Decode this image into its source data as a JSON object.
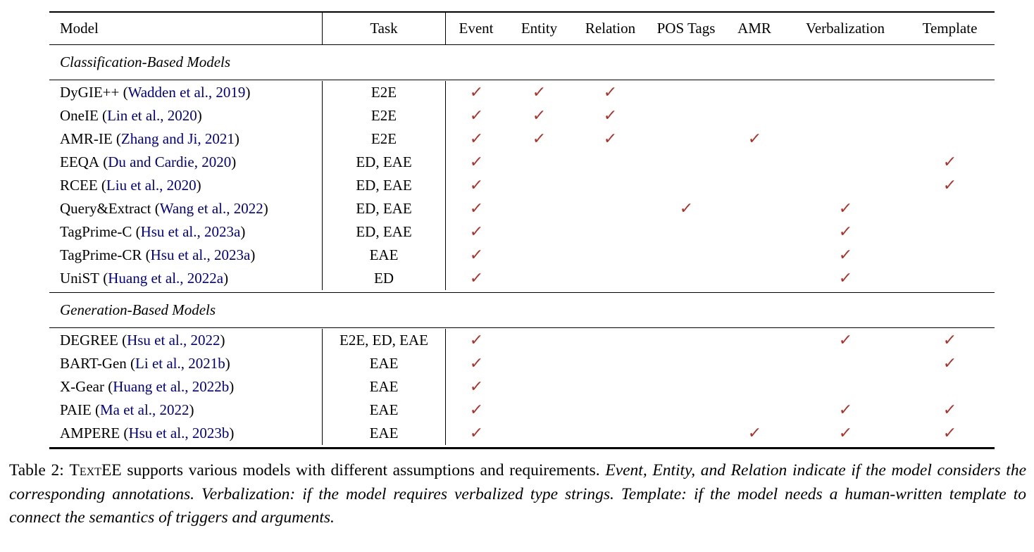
{
  "table": {
    "columns": [
      "Model",
      "Task",
      "Event",
      "Entity",
      "Relation",
      "POS Tags",
      "AMR",
      "Verbalization",
      "Template"
    ],
    "check_mark": "✓",
    "check_color": "#b42b22",
    "citation_color": "#00008b",
    "sections": [
      {
        "label": "Classification-Based Models",
        "rows": [
          {
            "model": "DyGIE++",
            "citation": "Wadden et al., 2019",
            "task": "E2E",
            "checks": [
              1,
              1,
              1,
              0,
              0,
              0,
              0
            ]
          },
          {
            "model": "OneIE",
            "citation": "Lin et al., 2020",
            "task": "E2E",
            "checks": [
              1,
              1,
              1,
              0,
              0,
              0,
              0
            ]
          },
          {
            "model": "AMR-IE",
            "citation": "Zhang and Ji, 2021",
            "task": "E2E",
            "checks": [
              1,
              1,
              1,
              0,
              1,
              0,
              0
            ]
          },
          {
            "model": "EEQA",
            "citation": "Du and Cardie, 2020",
            "task": "ED, EAE",
            "checks": [
              1,
              0,
              0,
              0,
              0,
              0,
              1
            ]
          },
          {
            "model": "RCEE",
            "citation": "Liu et al., 2020",
            "task": "ED, EAE",
            "checks": [
              1,
              0,
              0,
              0,
              0,
              0,
              1
            ]
          },
          {
            "model": "Query&Extract",
            "citation": "Wang et al., 2022",
            "task": "ED, EAE",
            "checks": [
              1,
              0,
              0,
              1,
              0,
              1,
              0
            ]
          },
          {
            "model": "TagPrime-C",
            "citation": "Hsu et al., 2023a",
            "task": "ED, EAE",
            "checks": [
              1,
              0,
              0,
              0,
              0,
              1,
              0
            ]
          },
          {
            "model": "TagPrime-CR",
            "citation": "Hsu et al., 2023a",
            "task": "EAE",
            "checks": [
              1,
              0,
              0,
              0,
              0,
              1,
              0
            ]
          },
          {
            "model": "UniST",
            "citation": "Huang et al., 2022a",
            "task": "ED",
            "checks": [
              1,
              0,
              0,
              0,
              0,
              1,
              0
            ]
          }
        ]
      },
      {
        "label": "Generation-Based Models",
        "rows": [
          {
            "model": "DEGREE",
            "citation": "Hsu et al., 2022",
            "task": "E2E, ED, EAE",
            "checks": [
              1,
              0,
              0,
              0,
              0,
              1,
              1
            ]
          },
          {
            "model": "BART-Gen",
            "citation": "Li et al., 2021b",
            "task": "EAE",
            "checks": [
              1,
              0,
              0,
              0,
              0,
              0,
              1
            ]
          },
          {
            "model": "X-Gear",
            "citation": "Huang et al., 2022b",
            "task": "EAE",
            "checks": [
              1,
              0,
              0,
              0,
              0,
              0,
              0
            ]
          },
          {
            "model": "PAIE",
            "citation": "Ma et al., 2022",
            "task": "EAE",
            "checks": [
              1,
              0,
              0,
              0,
              0,
              1,
              1
            ]
          },
          {
            "model": "AMPERE",
            "citation": "Hsu et al., 2023b",
            "task": "EAE",
            "checks": [
              1,
              0,
              0,
              0,
              1,
              1,
              1
            ]
          }
        ]
      }
    ]
  },
  "caption": {
    "label": "Table 2: ",
    "textee": "TextEE",
    "normal": " supports various models with different assumptions and requirements. ",
    "italic": "Event, Entity, and Relation indicate if the model considers the corresponding annotations. Verbalization: if the model requires verbalized type strings. Template: if the model needs a human-written template to connect the semantics of triggers and arguments."
  }
}
